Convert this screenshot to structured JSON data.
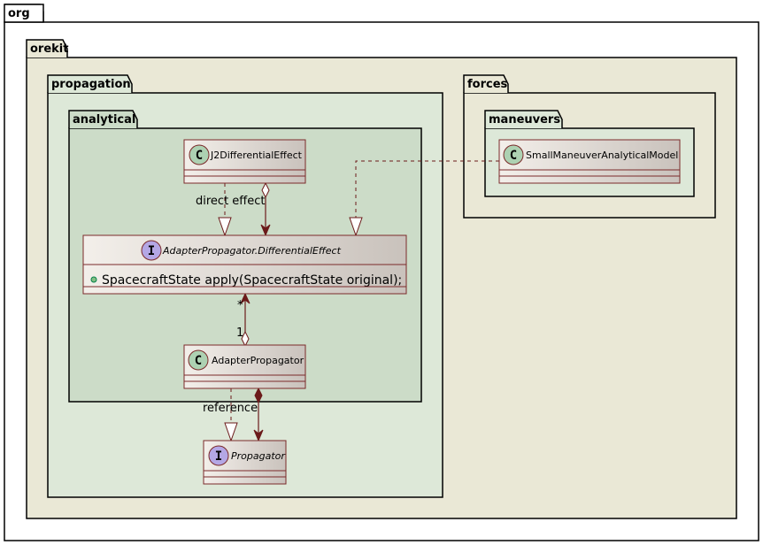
{
  "colors": {
    "org_bg": "#ffffff",
    "orekit_bg": "#eae8d6",
    "propagation_bg": "#dde8d8",
    "analytical_bg": "#ccdcc8",
    "maneuvers_bg": "#dde8d8",
    "class_border": "#7b2a2a",
    "arrow": "#6b1a1a",
    "class_badge": "#add1b2",
    "interface_badge": "#b4a7e5"
  },
  "packages": {
    "org": {
      "label": "org"
    },
    "orekit": {
      "label": "orekit"
    },
    "propagation": {
      "label": "propagation"
    },
    "analytical": {
      "label": "analytical"
    },
    "forces": {
      "label": "forces"
    },
    "maneuvers": {
      "label": "maneuvers"
    }
  },
  "classes": {
    "j2": {
      "kind": "C",
      "name": "J2DifferentialEffect"
    },
    "differential_effect": {
      "kind": "I",
      "name": "AdapterPropagator.DifferentialEffect",
      "members": [
        "SpacecraftState apply(SpacecraftState original);"
      ]
    },
    "adapter": {
      "kind": "C",
      "name": "AdapterPropagator"
    },
    "propagator": {
      "kind": "I",
      "name": "Propagator"
    },
    "small_maneuver": {
      "kind": "C",
      "name": "SmallManeuverAnalyticalModel"
    }
  },
  "relations": {
    "direct_effect": {
      "label": "direct effect"
    },
    "effects_mult": {
      "label": "*"
    },
    "adapter_mult": {
      "label": "1"
    },
    "reference": {
      "label": "reference"
    }
  }
}
